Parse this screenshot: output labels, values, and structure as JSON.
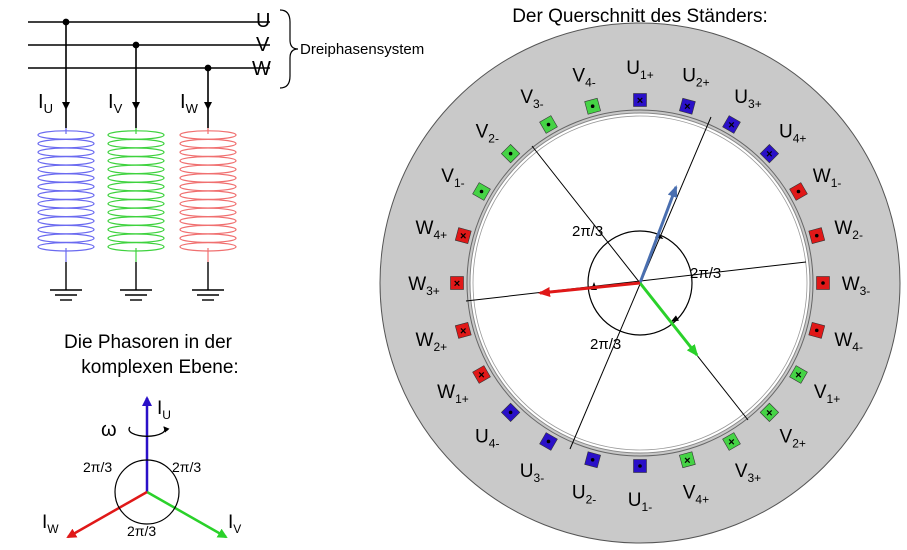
{
  "phase_lines": [
    "U",
    "V",
    "W"
  ],
  "system_label": "Dreiphasensystem",
  "currents": [
    {
      "main": "I",
      "sub": "U"
    },
    {
      "main": "I",
      "sub": "V"
    },
    {
      "main": "I",
      "sub": "W"
    }
  ],
  "phasor_title": [
    "Die Phasoren in der",
    "komplexen Ebene:"
  ],
  "omega": "ω",
  "angle_label": "2π/3",
  "phasor_labels": {
    "u": {
      "main": "I",
      "sub": "U"
    },
    "v": {
      "main": "I",
      "sub": "V"
    },
    "w": {
      "main": "I",
      "sub": "W"
    }
  },
  "stator_title": "Der Querschnitt des Ständers:",
  "slots": [
    {
      "main": "U",
      "sub": "1+"
    },
    {
      "main": "U",
      "sub": "2+"
    },
    {
      "main": "U",
      "sub": "3+"
    },
    {
      "main": "U",
      "sub": "4+"
    },
    {
      "main": "W",
      "sub": "1-"
    },
    {
      "main": "W",
      "sub": "2-"
    },
    {
      "main": "W",
      "sub": "3-"
    },
    {
      "main": "W",
      "sub": "4-"
    },
    {
      "main": "V",
      "sub": "1+"
    },
    {
      "main": "V",
      "sub": "2+"
    },
    {
      "main": "V",
      "sub": "3+"
    },
    {
      "main": "V",
      "sub": "4+"
    },
    {
      "main": "U",
      "sub": "1-"
    },
    {
      "main": "U",
      "sub": "2-"
    },
    {
      "main": "U",
      "sub": "3-"
    },
    {
      "main": "U",
      "sub": "4-"
    },
    {
      "main": "W",
      "sub": "1+"
    },
    {
      "main": "W",
      "sub": "2+"
    },
    {
      "main": "W",
      "sub": "3+"
    },
    {
      "main": "W",
      "sub": "4+"
    },
    {
      "main": "V",
      "sub": "1-"
    },
    {
      "main": "V",
      "sub": "2-"
    },
    {
      "main": "V",
      "sub": "3-"
    },
    {
      "main": "V",
      "sub": "4-"
    }
  ],
  "colors": {
    "U": "#2a10c8",
    "V": "#45d345",
    "W": "#e01818",
    "phasor_u": "#4a6fb0",
    "phasor_v": "#2ad12a",
    "phasor_w": "#e01818",
    "coil_u": "#6a6af0",
    "coil_v": "#3ed23e",
    "coil_w": "#f07070",
    "stator": "#c9c9c9"
  }
}
